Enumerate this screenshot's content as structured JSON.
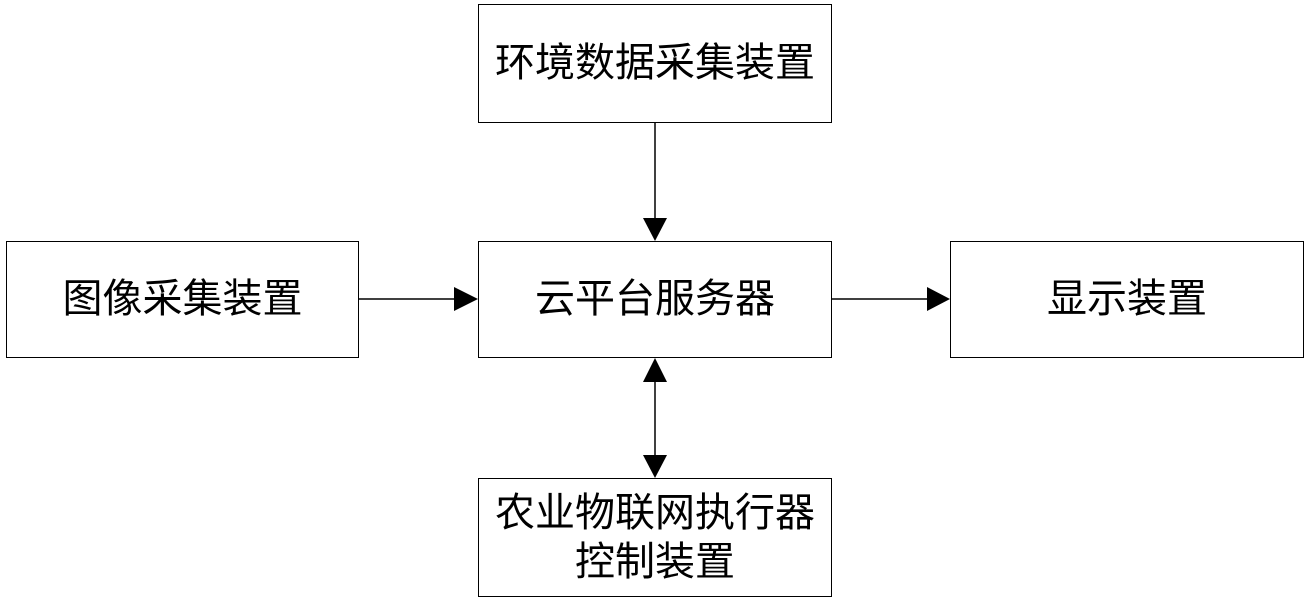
{
  "diagram": {
    "nodes": {
      "env": {
        "label": "环境数据采集装置"
      },
      "image": {
        "label": "图像采集装置"
      },
      "cloud": {
        "label": "云平台服务器"
      },
      "display": {
        "label": "显示装置"
      },
      "iot": {
        "label": "农业物联网执行器控制装置"
      }
    },
    "edges": [
      {
        "from": "env",
        "to": "cloud",
        "direction": "one-way"
      },
      {
        "from": "image",
        "to": "cloud",
        "direction": "one-way"
      },
      {
        "from": "cloud",
        "to": "display",
        "direction": "one-way"
      },
      {
        "from": "cloud",
        "to": "iot",
        "direction": "two-way"
      }
    ],
    "colors": {
      "stroke": "#000000",
      "background": "#ffffff"
    }
  }
}
